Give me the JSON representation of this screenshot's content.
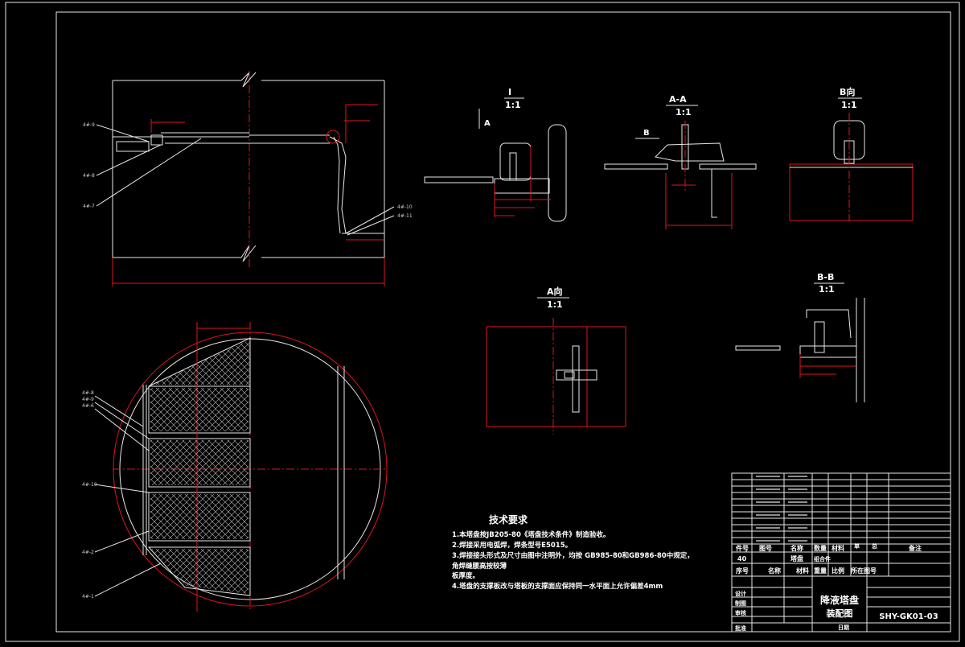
{
  "sheet": {
    "section_labels": {
      "detail_i": "I",
      "detail_i_scale": "1:1",
      "view_a_arrow": "A",
      "section_aa": "A-A",
      "section_aa_scale": "1:1",
      "view_b_arrow": "B",
      "view_b": "B向",
      "view_b_scale": "1:1",
      "view_a": "A向",
      "view_a_scale": "1:1",
      "section_bb": "B-B",
      "section_bb_scale": "1:1"
    },
    "tech_requirements": {
      "title": "技术要求",
      "lines": [
        "1.本塔盘按JB205-80《塔盘技术条件》制造验收。",
        "2.焊接采用电弧焊，焊条型号E5015。",
        "3.焊接接头形式及尺寸由图中注明外，均按 GB985-80和GB986-80中规定，",
        "  角焊缝腰高按较薄",
        "  板厚度。",
        "4.塔盘的支撑板改与塔板的支撑面应保持同一水平面上允许偏差4mm"
      ]
    },
    "bom_header": {
      "seq": "件号",
      "drawing_no": "图号",
      "name": "名称",
      "qty": "数量",
      "material": "材料",
      "weight_single": "单",
      "weight_total": "总",
      "remark": "备注"
    },
    "bom_footer": {
      "seq": "序号",
      "name": "名称",
      "material": "材料",
      "weight": "重量",
      "scale": "比例",
      "location": "所在图号"
    },
    "assembly_row": {
      "seq": "40",
      "name": "塔盘",
      "type": "组合件"
    },
    "title_block": {
      "title": "降液塔盘",
      "subtitle": "装配图",
      "drawing_no": "SHY-GK01-03",
      "rows": [
        "设计",
        "制图",
        "审核",
        "批准"
      ],
      "bottom_label": "日期"
    },
    "leader_tags_top": [
      "4#-9",
      "4#-8",
      "4#-7",
      "4#-10",
      "4#-11"
    ],
    "leader_tags_bottom": [
      "4#-8",
      "4#-9",
      "4#-6",
      "4#-10",
      "4#-2",
      "4#-1"
    ]
  }
}
